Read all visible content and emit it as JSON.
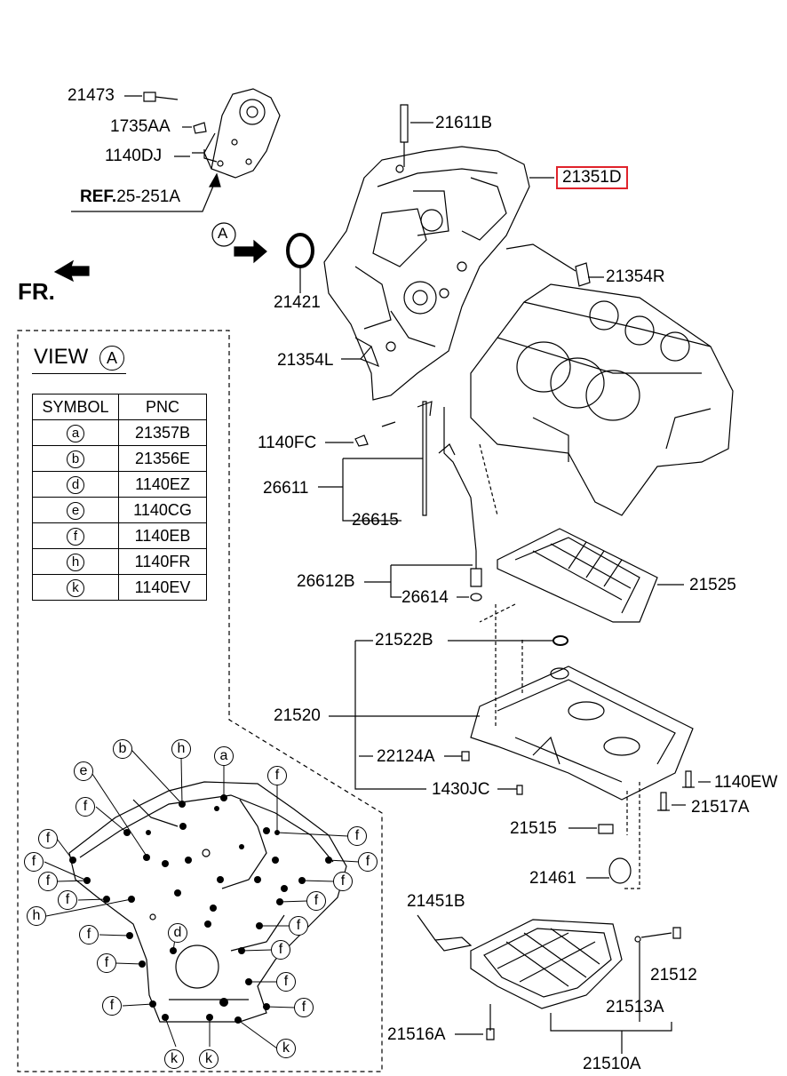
{
  "labels": {
    "p21473": "21473",
    "p1735AA": "1735AA",
    "p1140DJ": "1140DJ",
    "ref_prefix": "REF.",
    "ref_code": "25-251A",
    "p21611B": "21611B",
    "p21351D": "21351D",
    "p21421": "21421",
    "p21354R": "21354R",
    "p21354L": "21354L",
    "p1140FC": "1140FC",
    "p26611": "26611",
    "p26615": "26615",
    "p26612B": "26612B",
    "p26614": "26614",
    "p21525": "21525",
    "p21522B": "21522B",
    "p21520": "21520",
    "p22124A": "22124A",
    "p1430JC": "1430JC",
    "p1140EW": "1140EW",
    "p21517A": "21517A",
    "p21515": "21515",
    "p21461": "21461",
    "p21451B": "21451B",
    "p21512": "21512",
    "p21513A": "21513A",
    "p21516A": "21516A",
    "p21510A": "21510A",
    "fr": "FR.",
    "view_marker": "A"
  },
  "view": {
    "title": "VIEW",
    "marker": "A",
    "headers": [
      "SYMBOL",
      "PNC"
    ],
    "rows": [
      {
        "symbol": "a",
        "pnc": "21357B"
      },
      {
        "symbol": "b",
        "pnc": "21356E"
      },
      {
        "symbol": "d",
        "pnc": "1140EZ"
      },
      {
        "symbol": "e",
        "pnc": "1140CG"
      },
      {
        "symbol": "f",
        "pnc": "1140EB"
      },
      {
        "symbol": "h",
        "pnc": "1140FR"
      },
      {
        "symbol": "k",
        "pnc": "1140EV"
      }
    ]
  },
  "callouts": {
    "b": "b",
    "h": "h",
    "a": "a",
    "e": "e",
    "f": "f",
    "d": "d",
    "k": "k"
  },
  "highlight_color": "#e0232b"
}
